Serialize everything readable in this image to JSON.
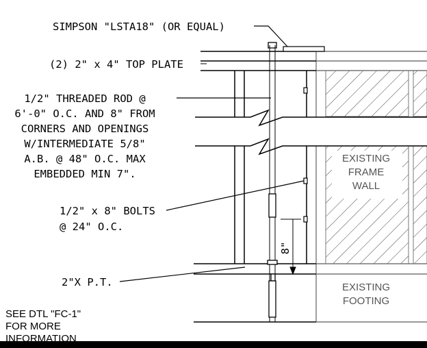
{
  "notes": {
    "strap": "SIMPSON \"LSTA18\" (OR EQUAL)",
    "top_plate": "(2) 2\" x 4\" TOP PLATE",
    "threaded_rod": [
      "1/2\" THREADED ROD @",
      "6'-0\" O.C. AND 8\" FROM",
      "CORNERS AND OPENINGS",
      "W/INTERMEDIATE 5/8\"",
      "A.B. @ 48\" O.C. MAX",
      "EMBEDDED MIN 7\"."
    ],
    "bolts": [
      "1/2\" x 8\" BOLTS",
      "@ 24\" O.C."
    ],
    "dimension": "8\"",
    "sill": "2\"X P.T.",
    "see_detail": [
      "SEE DTL \"FC-1\"",
      "FOR MORE",
      "INFORMATION"
    ]
  },
  "labels": {
    "existing_wall": [
      "EXISTING",
      "FRAME",
      "WALL"
    ],
    "existing_footing": [
      "EXISTING",
      "FOOTING"
    ]
  }
}
